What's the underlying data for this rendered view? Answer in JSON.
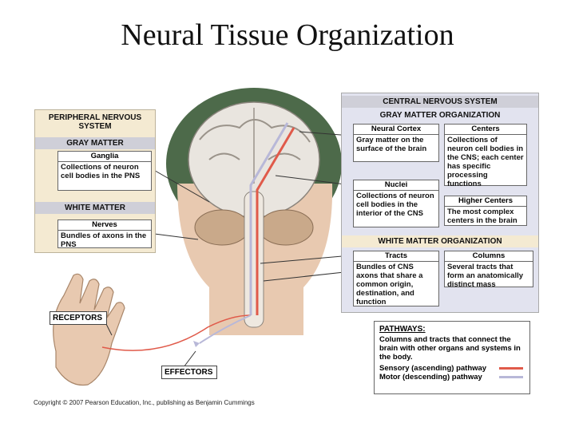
{
  "title": "Neural Tissue Organization",
  "pns": {
    "header": "PERIPHERAL NERVOUS SYSTEM",
    "gray_header": "GRAY MATTER",
    "ganglia": {
      "title": "Ganglia",
      "desc": "Collections of neuron cell bodies in the PNS"
    },
    "white_header": "WHITE MATTER",
    "nerves": {
      "title": "Nerves",
      "desc": "Bundles of axons in the PNS"
    }
  },
  "cns": {
    "header": "CENTRAL NERVOUS SYSTEM",
    "gray_header": "GRAY MATTER ORGANIZATION",
    "neural_cortex": {
      "title": "Neural Cortex",
      "desc": "Gray matter on the surface of the brain"
    },
    "centers": {
      "title": "Centers",
      "desc": "Collections of neuron cell bodies in the CNS; each center has specific processing functions"
    },
    "nuclei": {
      "title": "Nuclei",
      "desc": "Collections of neuron cell bodies in the interior of the CNS"
    },
    "higher_centers": {
      "title": "Higher Centers",
      "desc": "The most complex centers in the brain"
    },
    "white_header": "WHITE MATTER ORGANIZATION",
    "tracts": {
      "title": "Tracts",
      "desc": "Bundles of CNS axons that share a common origin, destination, and function"
    },
    "columns": {
      "title": "Columns",
      "desc": "Several tracts that form an anatomically distinct mass"
    }
  },
  "receptors": "RECEPTORS",
  "effectors": "EFFECTORS",
  "pathways": {
    "title": "PATHWAYS:",
    "desc": "Columns and tracts that connect the brain with other organs and systems in the body.",
    "sensory": "Sensory (ascending) pathway",
    "motor": "Motor (descending) pathway"
  },
  "colors": {
    "sensory": "#e05a4a",
    "motor": "#b8b8d8",
    "tan_panel": "#f4ead2",
    "blue_panel": "#e2e3ef",
    "header_gray": "#cfcfd8"
  },
  "copyright": "Copyright © 2007 Pearson Education, Inc., publishing as Benjamin Cummings"
}
